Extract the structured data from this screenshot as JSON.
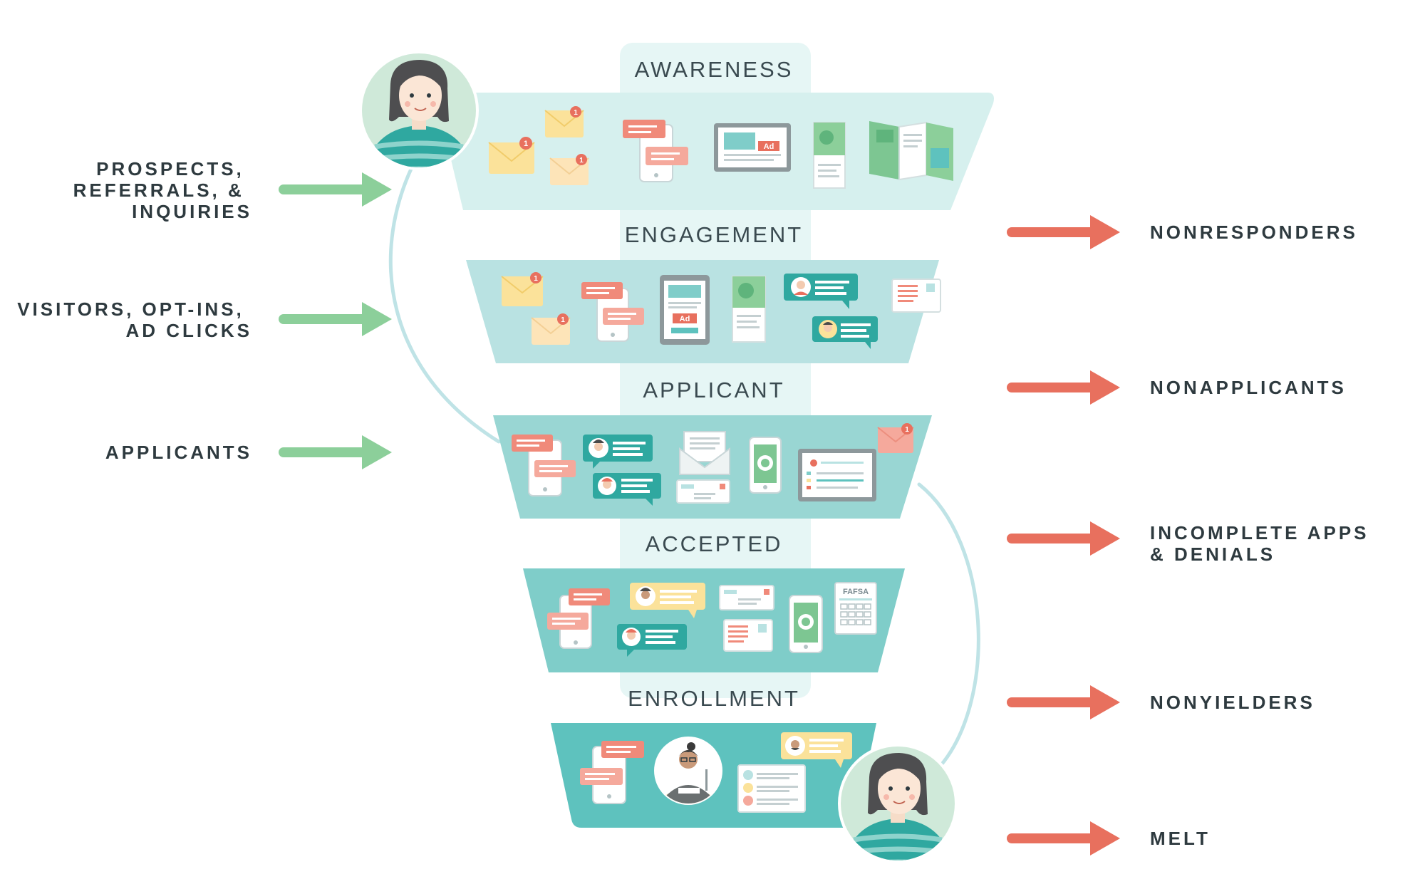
{
  "stages": [
    {
      "title": "AWARENESS"
    },
    {
      "title": "ENGAGEMENT"
    },
    {
      "title": "APPLICANT"
    },
    {
      "title": "ACCEPTED"
    },
    {
      "title": "ENROLLMENT"
    }
  ],
  "inputs": [
    {
      "lines": [
        "PROSPECTS,",
        "REFERRALS, &",
        "INQUIRIES"
      ]
    },
    {
      "lines": [
        "VISITORS, OPT-INS,",
        "AD CLICKS"
      ]
    },
    {
      "lines": [
        "APPLICANTS"
      ]
    }
  ],
  "outputs": [
    {
      "lines": [
        "NONRESPONDERS"
      ]
    },
    {
      "lines": [
        "NONAPPLICANTS"
      ]
    },
    {
      "lines": [
        "INCOMPLETE APPS",
        "& DENIALS"
      ]
    },
    {
      "lines": [
        "NONYIELDERS"
      ]
    },
    {
      "lines": [
        "MELT"
      ]
    }
  ],
  "icons": {
    "ad_label": "Ad",
    "fafsa_label": "FAFSA",
    "notification_count": "1"
  },
  "colors": {
    "inflow_arrow": "#8ccf9a",
    "outflow_arrow": "#e8705e",
    "funnel_awareness": "#d6f0ee",
    "funnel_engagement": "#b9e2e2",
    "funnel_applicant": "#99d6d3",
    "funnel_accepted": "#7fcdc9",
    "funnel_enrollment": "#5ec2be",
    "path_line": "#bfe3e6",
    "column": "#e6f6f5"
  }
}
